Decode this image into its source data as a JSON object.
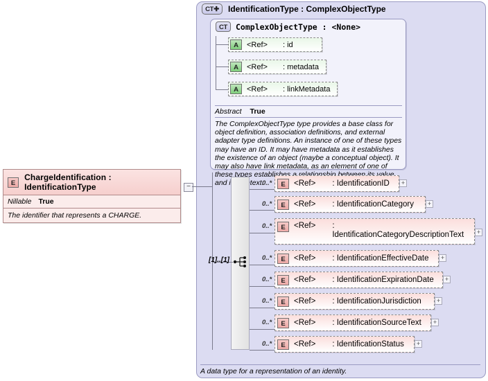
{
  "left_element": {
    "icon": "element-icon-E",
    "title": "ChargeIdentification : IdentificationType",
    "property_key": "Nillable",
    "property_value": "True",
    "documentation": "The identifier that represents a CHARGE.",
    "collapse_toggle": "−"
  },
  "panel": {
    "icon": "complextype-plus-icon-CT",
    "title": "IdentificationType : ComplexObjectType",
    "footer_doc": "A data type for a representation of an identity."
  },
  "base_type": {
    "icon": "complextype-icon-CT",
    "title": "ComplexObjectType : <None>",
    "attributes": [
      {
        "icon": "attribute-icon-A",
        "ref": "<Ref>",
        "name": ": id"
      },
      {
        "icon": "attribute-icon-A",
        "ref": "<Ref>",
        "name": ": metadata"
      },
      {
        "icon": "attribute-icon-A",
        "ref": "<Ref>",
        "name": ": linkMetadata"
      }
    ],
    "abstract_key": "Abstract",
    "abstract_value": "True",
    "documentation": "The ComplexObjectType type provides a base class for object definition, association definitions, and external adapter type definitions. An instance of one of these types may have an ID. It may have metadata as it establishes the existence of an object (maybe a conceptual object). It may also have link metadata, as an element of one of these types establishes a relationship between its value and its context."
  },
  "sequence": {
    "icon": "sequence-compositor-icon",
    "cardinality": "[1]..[1]"
  },
  "elements": [
    {
      "icon": "element-icon-E",
      "cardinality": "0..*",
      "ref": "<Ref>",
      "name": ": IdentificationID",
      "expand": "+"
    },
    {
      "icon": "element-icon-E",
      "cardinality": "0..*",
      "ref": "<Ref>",
      "name": ": IdentificationCategory",
      "expand": "+"
    },
    {
      "icon": "element-icon-E",
      "cardinality": "0..*",
      "ref": "<Ref>",
      "name": ": IdentificationCategoryDescriptionText",
      "expand": "+"
    },
    {
      "icon": "element-icon-E",
      "cardinality": "0..*",
      "ref": "<Ref>",
      "name": ": IdentificationEffectiveDate",
      "expand": "+"
    },
    {
      "icon": "element-icon-E",
      "cardinality": "0..*",
      "ref": "<Ref>",
      "name": ": IdentificationExpirationDate",
      "expand": "+"
    },
    {
      "icon": "element-icon-E",
      "cardinality": "0..*",
      "ref": "<Ref>",
      "name": ": IdentificationJurisdiction",
      "expand": "+"
    },
    {
      "icon": "element-icon-E",
      "cardinality": "0..*",
      "ref": "<Ref>",
      "name": ": IdentificationSourceText",
      "expand": "+"
    },
    {
      "icon": "element-icon-E",
      "cardinality": "0..*",
      "ref": "<Ref>",
      "name": ": IdentificationStatus",
      "expand": "+"
    }
  ],
  "colors": {
    "panel_bg": "#dcdcf2",
    "panel_border": "#9a9ac2",
    "element_fill": "#fbdedc",
    "attribute_fill": "#e9f7e8",
    "type_badge": "#c9c9ea"
  }
}
